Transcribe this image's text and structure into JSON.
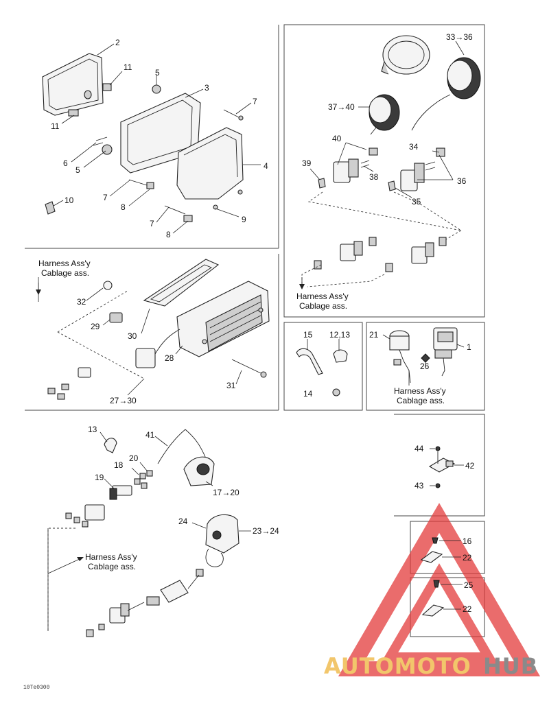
{
  "doc_ref": "10Te0300",
  "harness_label": {
    "line1": "Harness Ass'y",
    "line2": "Cablage ass."
  },
  "callouts": {
    "c2": "2",
    "c11a": "11",
    "c11b": "11",
    "c5a": "5",
    "c3": "3",
    "c7a": "7",
    "c6": "6",
    "c5b": "5",
    "c4": "4",
    "c7b": "7",
    "c8a": "8",
    "c7c": "7",
    "c9": "9",
    "c8b": "8",
    "c10": "10",
    "c33": "33→36",
    "c3740": "37→40",
    "c40": "40",
    "c34": "34",
    "c39": "39",
    "c38": "38",
    "c36": "36",
    "c35": "35",
    "c32": "32",
    "c29": "29",
    "c30": "30",
    "c28": "28",
    "c31": "31",
    "c2730": "27→30",
    "c15": "15",
    "c1213": "12,13",
    "c14": "14",
    "c21": "21",
    "c1": "1",
    "c26": "26",
    "c13": "13",
    "c41": "41",
    "c20": "20",
    "c18": "18",
    "c19": "19",
    "c1720": "17→20",
    "c24": "24",
    "c2324": "23→24",
    "c44": "44",
    "c42": "42",
    "c43": "43",
    "c16": "16",
    "c22a": "22",
    "c25": "25",
    "c22b": "22"
  },
  "watermark": {
    "part1": "AUTOMOTO",
    "part2": "HUB",
    "accent_color": "#f2c66b",
    "triangle_color": "#e33b3b",
    "gray": "#8a8a8a"
  }
}
